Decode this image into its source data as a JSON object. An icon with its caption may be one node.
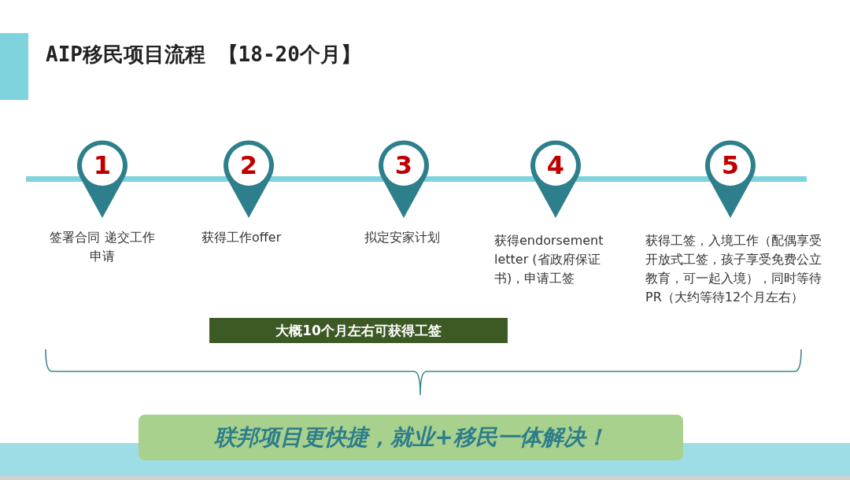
{
  "diagram": {
    "title": "AIP移民项目流程 【18-20个月】",
    "nodes": [
      {
        "text": [
          "1"
        ],
        "beside": [
          "签署合同 递交工作申请"
        ]
      },
      {
        "text": [
          "2"
        ],
        "beside": [
          "获得工作offer"
        ]
      },
      {
        "text": [
          "3"
        ],
        "beside": [
          "拟定安家计划"
        ]
      },
      {
        "text": [
          "4"
        ],
        "beside": [
          "获得endorsement letter (省政府保证书)，申请工签"
        ]
      },
      {
        "text": [
          "5"
        ],
        "beside": [
          "获得工签，入境工作（配偶享受开放式工签，孩子享受免费公立教育，可一起入境），同时等待PR（大约等待12个月左右）"
        ]
      },
      {
        "text": [
          "大概10个月左右可获得工签"
        ]
      },
      {
        "text": [
          "联邦项目更快捷，就业+移民一体解决！"
        ]
      }
    ]
  }
}
